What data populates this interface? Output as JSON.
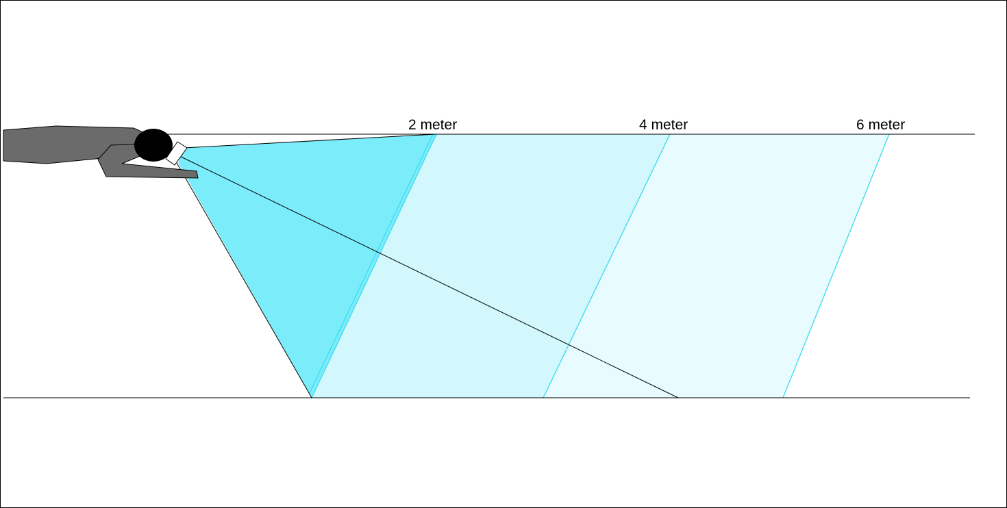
{
  "colors": {
    "background_border": "#000000",
    "canvas": "#ffffff",
    "line": "#000000",
    "beam_near": "#74ebfa",
    "beam_mid": "#d2f7fc",
    "beam_far": "#e8fbfe",
    "beam_edge": "#42dcf0",
    "diver_body": "#6b6b6b",
    "diver_head": "#000000",
    "flashlight": "#ffffff"
  },
  "labels": {
    "dist_2": "2 meter",
    "dist_4": "4 meter",
    "dist_6": "6 meter"
  },
  "icons": {
    "diver": "diver-silhouette-icon",
    "flashlight": "flashlight-icon"
  }
}
